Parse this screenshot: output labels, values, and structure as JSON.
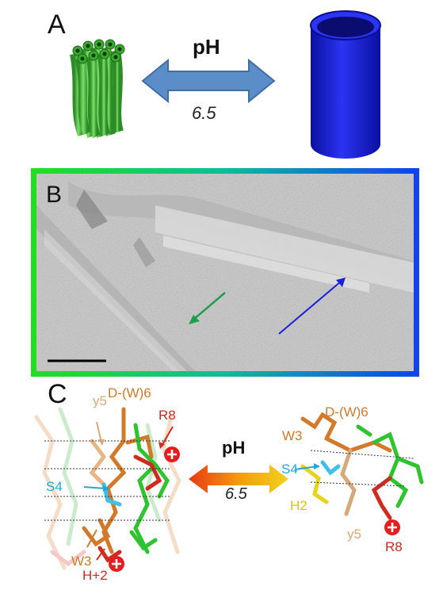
{
  "panels": {
    "a": {
      "letter": "A",
      "ph_label": "pH",
      "ph_value": "6.5"
    },
    "b": {
      "letter": "B"
    },
    "c": {
      "letter": "C",
      "ph_label": "pH",
      "ph_value": "6.5",
      "left": {
        "y5": "y5",
        "dw6": "D-(W)6",
        "r8": "R8",
        "s4": "S4",
        "w3": "W3",
        "h2": "H+2"
      },
      "right": {
        "dw6": "D-(W)6",
        "w3": "W3",
        "s4": "S4",
        "h2": "H2",
        "y5": "y5",
        "r8": "R8"
      }
    }
  },
  "colors": {
    "nanotube_bundle": "#4fc43f",
    "cylinder": "#1a22e0",
    "double_arrow": "#5b8ec9",
    "em_border_left": "#22dd22",
    "em_border_right": "#1144ee",
    "green_arrow": "#1e9e4a",
    "blue_arrow": "#1a1fd8",
    "gradient_arrow_left": "#e83a10",
    "gradient_arrow_right": "#f2d21a"
  },
  "icons": [
    "charge-plus-icon"
  ]
}
